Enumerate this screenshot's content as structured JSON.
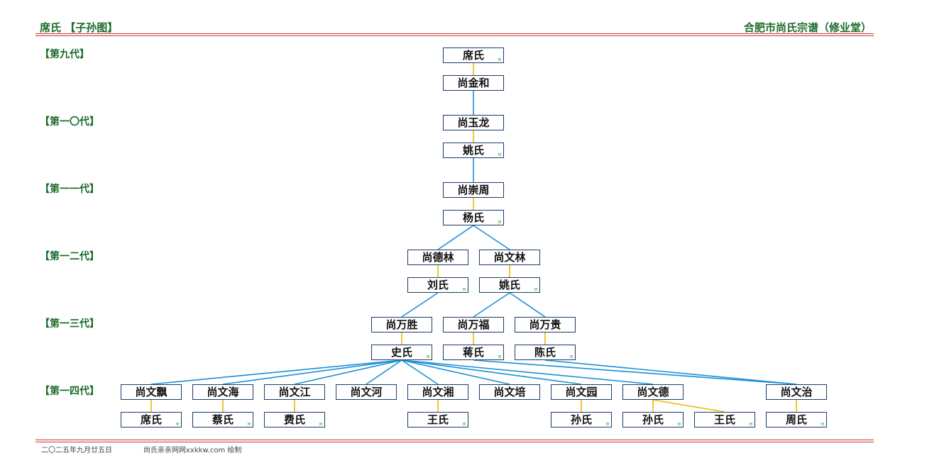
{
  "header": {
    "left": "席氏  【子孙图】",
    "right": "合肥市尚氏宗谱（修业堂）"
  },
  "generations": [
    "【第九代】",
    "【第一〇代】",
    "【第一一代】",
    "【第一二代】",
    "【第一三代】",
    "【第一四代】"
  ],
  "colors": {
    "link": "#1a8fd8",
    "spouse": "#f0b800",
    "accent": "#1a6a2a",
    "rule": "#cc3333"
  },
  "nodes": [
    {
      "id": "n1",
      "name": "席氏",
      "mark": "≡"
    },
    {
      "id": "n2",
      "name": "尚金和",
      "mark": ""
    },
    {
      "id": "n3",
      "name": "尚玉龙",
      "mark": ""
    },
    {
      "id": "n4",
      "name": "姚氏",
      "mark": "≡"
    },
    {
      "id": "n5",
      "name": "尚崇周",
      "mark": ""
    },
    {
      "id": "n6",
      "name": "杨氏",
      "mark": "≡"
    },
    {
      "id": "n7",
      "name": "尚德林",
      "mark": ""
    },
    {
      "id": "n8",
      "name": "尚文林",
      "mark": ""
    },
    {
      "id": "n9",
      "name": "刘氏",
      "mark": "≡"
    },
    {
      "id": "n10",
      "name": "姚氏",
      "mark": "≡"
    },
    {
      "id": "n11",
      "name": "尚万胜",
      "mark": ""
    },
    {
      "id": "n12",
      "name": "尚万福",
      "mark": ""
    },
    {
      "id": "n13",
      "name": "尚万贵",
      "mark": ""
    },
    {
      "id": "n14",
      "name": "史氏",
      "mark": "≡"
    },
    {
      "id": "n15",
      "name": "蒋氏",
      "mark": "≡"
    },
    {
      "id": "n16",
      "name": "陈氏",
      "mark": "≡"
    },
    {
      "id": "n17",
      "name": "尚文飘",
      "mark": ""
    },
    {
      "id": "n18",
      "name": "尚文海",
      "mark": ""
    },
    {
      "id": "n19",
      "name": "尚文江",
      "mark": ""
    },
    {
      "id": "n20",
      "name": "尚文河",
      "mark": ""
    },
    {
      "id": "n21",
      "name": "尚文湘",
      "mark": ""
    },
    {
      "id": "n22",
      "name": "尚文培",
      "mark": ""
    },
    {
      "id": "n23",
      "name": "尚文园",
      "mark": ""
    },
    {
      "id": "n24",
      "name": "尚文德",
      "mark": ""
    },
    {
      "id": "n25",
      "name": "尚文治",
      "mark": ""
    },
    {
      "id": "n26",
      "name": "席氏",
      "mark": "≡"
    },
    {
      "id": "n27",
      "name": "蔡氏",
      "mark": "≡"
    },
    {
      "id": "n28",
      "name": "费氏",
      "mark": "≡"
    },
    {
      "id": "n29",
      "name": "王氏",
      "mark": "≡"
    },
    {
      "id": "n30",
      "name": "孙氏",
      "mark": "≡"
    },
    {
      "id": "n31",
      "name": "孙氏",
      "mark": "≡"
    },
    {
      "id": "n32",
      "name": "王氏",
      "mark": "≡"
    },
    {
      "id": "n33",
      "name": "周氏",
      "mark": "≡"
    }
  ],
  "footer": {
    "date": "二〇二五年九月廿五日",
    "credit": "尚氏亲亲网网xxkkw.com 绘制"
  }
}
